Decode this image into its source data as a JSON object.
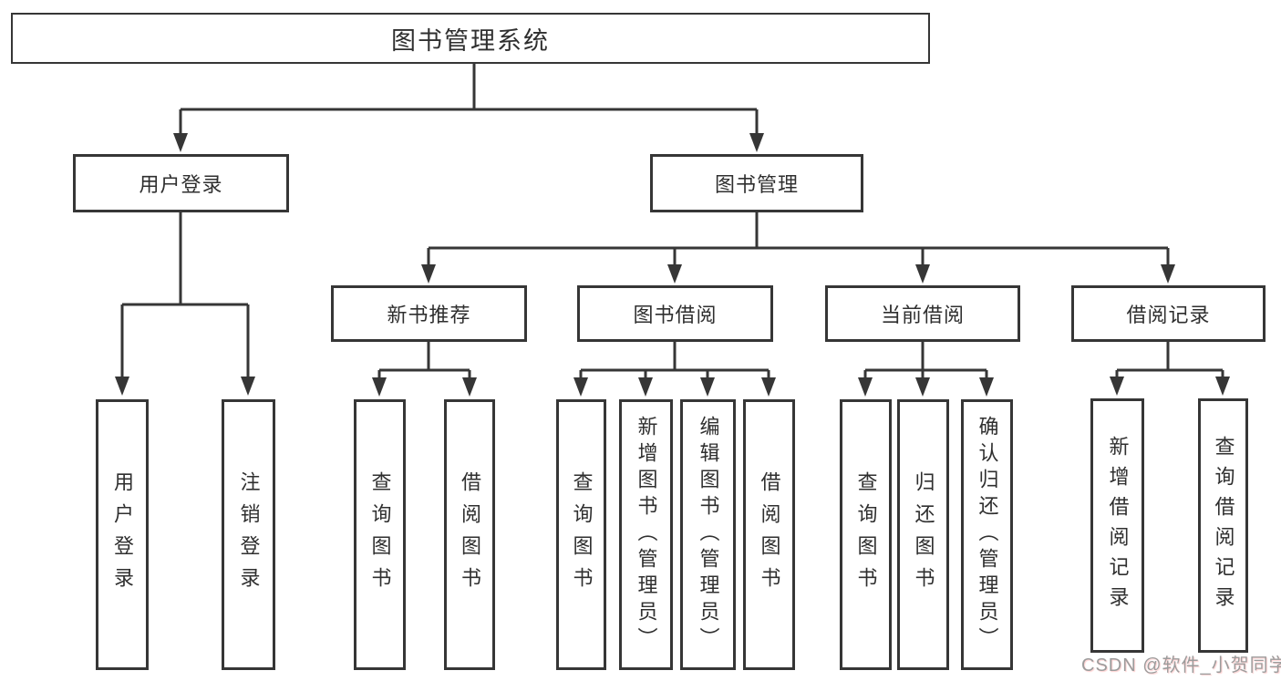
{
  "diagram": {
    "watermark": "CSDN @软件_小贺同学",
    "colors": {
      "line": "#363636",
      "box_border": "#363636",
      "box_fill": "#ffffff",
      "text": "#2f2f2f",
      "watermark_text": "#9c9c9c"
    },
    "tree": {
      "label": "图书管理系统",
      "children": [
        {
          "label": "用户登录",
          "children": [
            {
              "label": "用户登录"
            },
            {
              "label": "注销登录"
            }
          ]
        },
        {
          "label": "图书管理",
          "children": [
            {
              "label": "新书推荐",
              "children": [
                {
                  "label": "查询图书"
                },
                {
                  "label": "借阅图书"
                }
              ]
            },
            {
              "label": "图书借阅",
              "children": [
                {
                  "label": "查询图书"
                },
                {
                  "label": "新增图书（管理员）"
                },
                {
                  "label": "编辑图书（管理员）"
                },
                {
                  "label": "借阅图书"
                }
              ]
            },
            {
              "label": "当前借阅",
              "children": [
                {
                  "label": "查询图书"
                },
                {
                  "label": "归还图书"
                },
                {
                  "label": "确认归还（管理员）"
                }
              ]
            },
            {
              "label": "借阅记录",
              "children": [
                {
                  "label": "新增借阅记录"
                },
                {
                  "label": "查询借阅记录"
                }
              ]
            }
          ]
        }
      ]
    }
  }
}
